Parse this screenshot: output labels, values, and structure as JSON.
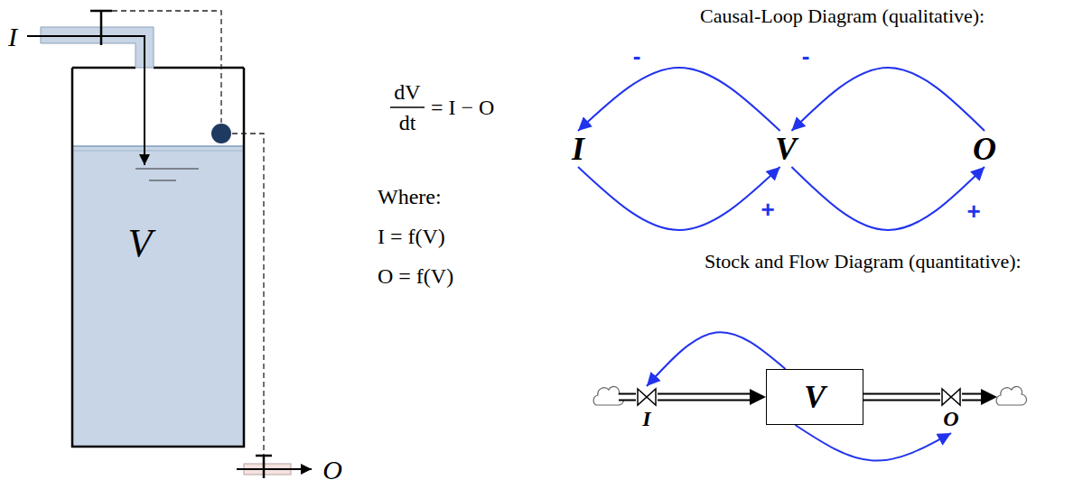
{
  "diagram": {
    "nodes": [
      {
        "text": [
          "I"
        ]
      },
      {
        "text": [
          "V"
        ]
      },
      {
        "text": [
          "O"
        ]
      },
      {
        "text": [
          "I"
        ]
      },
      {
        "text": [
          "V"
        ]
      },
      {
        "text": [
          "O"
        ]
      }
    ],
    "edges": [
      {
        "from": 1,
        "to": 0,
        "arrow": "to",
        "label": "-"
      },
      {
        "from": 0,
        "to": 1,
        "arrow": "to",
        "label": "+"
      },
      {
        "from": 2,
        "to": 1,
        "arrow": "to",
        "label": "-"
      },
      {
        "from": 1,
        "to": 2,
        "arrow": "to",
        "label": "+"
      },
      {
        "from": 4,
        "to": 3,
        "arrow": "to"
      },
      {
        "from": 4,
        "to": 5,
        "arrow": "to"
      },
      {
        "from": 3,
        "to": 4,
        "arrow": "to"
      },
      {
        "from": 4,
        "to": 5,
        "arrow": "none"
      }
    ],
    "labels": [
      "I",
      "V",
      "O",
      "dV",
      "dt",
      "= I − O",
      "Where:",
      "I = f(V)",
      "O = f(V)",
      "Causal-Loop Diagram (qualitative):",
      "Stock and Flow Diagram (quantitative):"
    ]
  }
}
